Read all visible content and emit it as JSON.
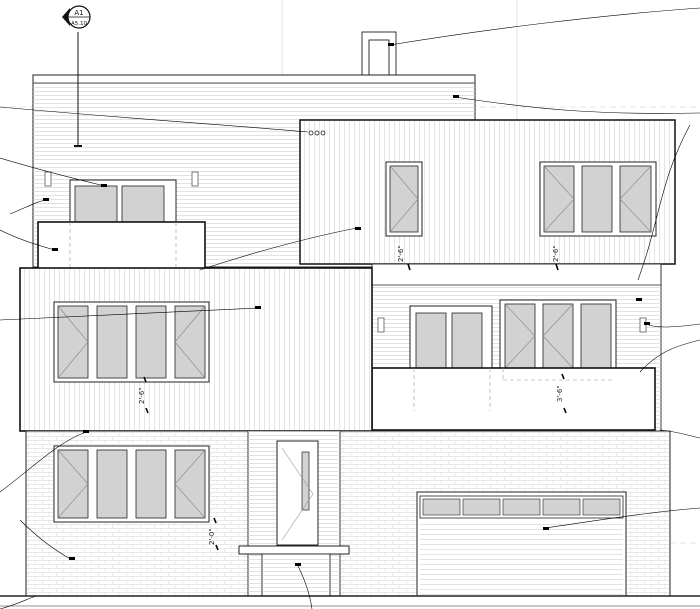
{
  "section_tag": {
    "number": "A1",
    "sheet": "A5.10"
  },
  "dimensions": {
    "upper_left_window_sill": "2'-6\"",
    "upper_right_window_sill": "2'-6\"",
    "middle_left_window_sill": "2'-6\"",
    "middle_right_railing": "3'-6\"",
    "lower_left_window_sill": "2'-0\""
  },
  "colors": {
    "line": "#111111",
    "glass": "#d2d2d2",
    "siding": "#cfcfcf",
    "brick": "#d8d8d8",
    "leader": "#000000"
  }
}
